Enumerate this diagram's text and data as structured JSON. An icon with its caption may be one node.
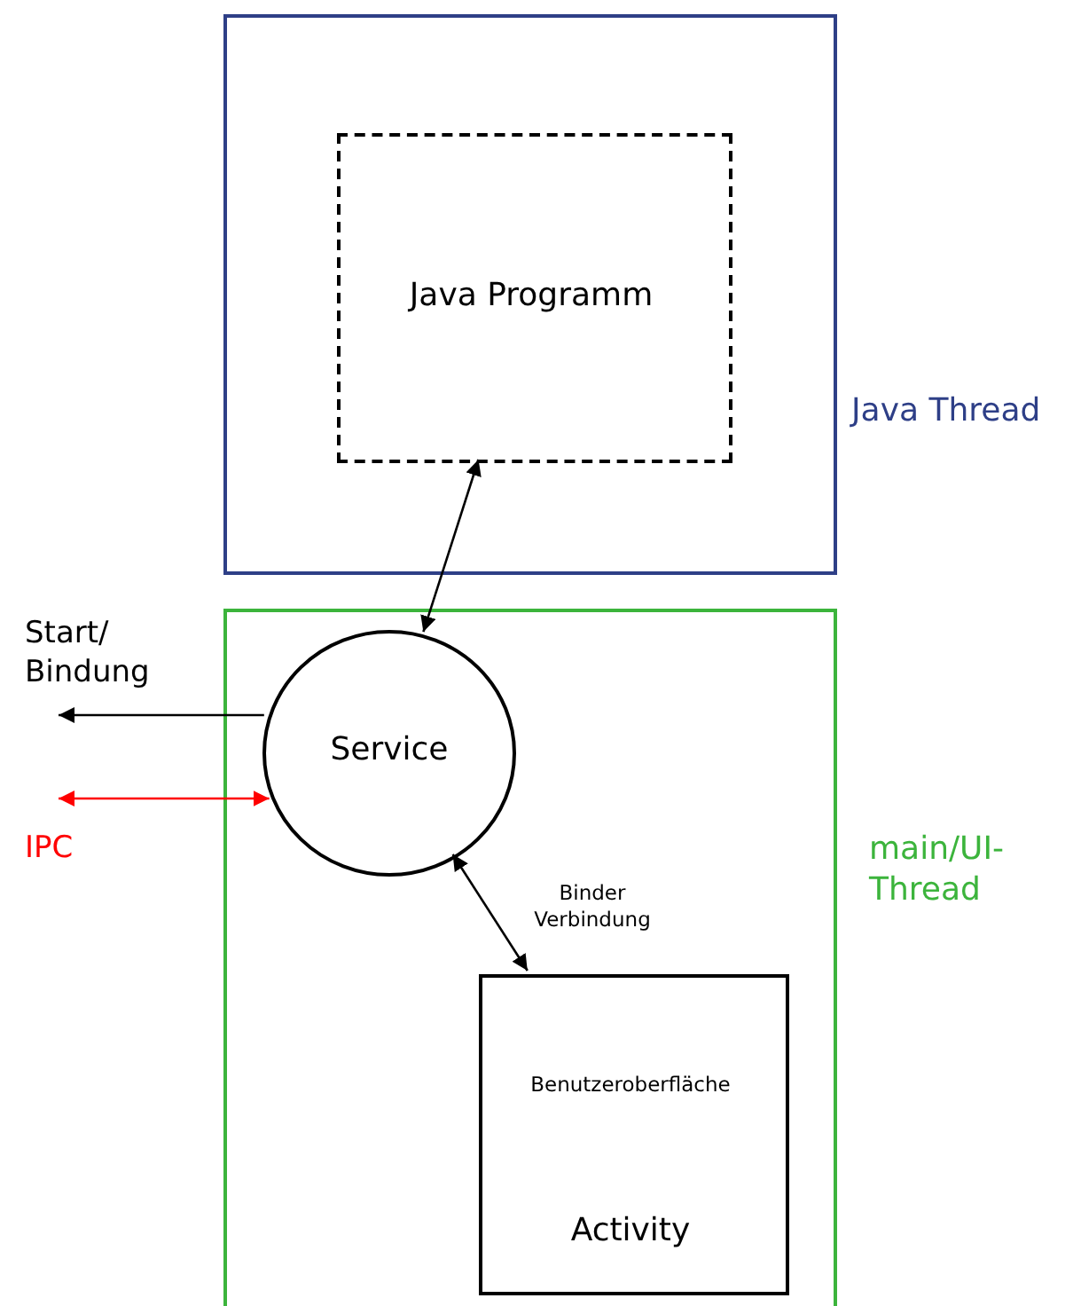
{
  "diagram": {
    "nodes": [
      {
        "text": [
          "Java Thread"
        ]
      },
      {
        "text": [
          "Java Programm"
        ],
        "in": 0
      },
      {
        "text": [
          "main/UI-Thread"
        ]
      },
      {
        "text": [
          "Service"
        ],
        "in": 2
      },
      {
        "text": [
          "Benutzeroberfläche",
          "Activity"
        ],
        "in": 2
      }
    ],
    "edges": [
      {
        "from": 1,
        "to": 3,
        "arrow": "both"
      },
      {
        "from": 3,
        "to": 4,
        "arrow": "both",
        "label": "Binder Verbindung"
      },
      {
        "from": 3,
        "to": null,
        "arrow": "to",
        "label": "Start/ Bindung"
      },
      {
        "from": 3,
        "to": null,
        "arrow": "both",
        "label": "IPC",
        "color": "#ff0000"
      }
    ]
  }
}
